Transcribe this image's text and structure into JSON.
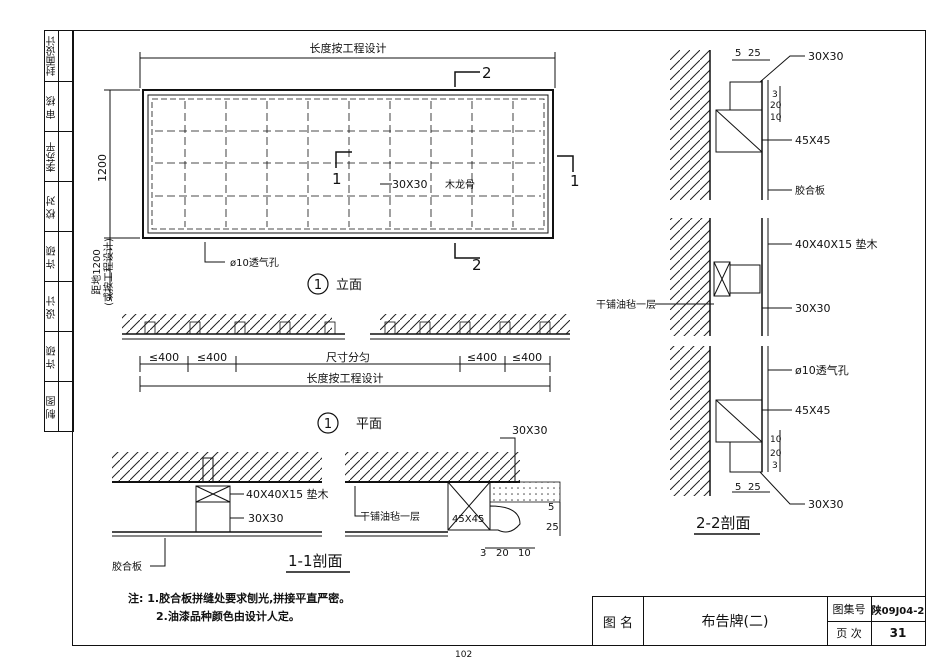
{
  "side_panel": {
    "labels": [
      "制图",
      "批准",
      "设计",
      "审核",
      "校对",
      "审核",
      "制图"
    ],
    "rows": [
      {
        "label": "封面设计"
      },
      {
        "label": "审 核"
      },
      {
        "label": "李苏平"
      },
      {
        "label": "校 对"
      },
      {
        "label": "许 硕"
      },
      {
        "label": "设 计"
      },
      {
        "label": "许 硕"
      },
      {
        "label": "制 图"
      }
    ]
  },
  "drawing": {
    "elevation": {
      "dim_top": "长度按工程设计",
      "dim_left": "1200",
      "dim_left_note1": "距地1200",
      "dim_left_note2": "(或按工程设计)",
      "section_mark_2": "2",
      "section_mark_1": "1",
      "member_label": "30X30",
      "member_label2": "木龙骨",
      "vent_label": "ø10透气孔",
      "caption_num": "1",
      "caption": "立面"
    },
    "plan": {
      "dims": [
        "≤400",
        "≤400",
        "尺寸分匀",
        "≤400",
        "≤400"
      ],
      "dim_total": "长度按工程设计",
      "caption_num": "1",
      "caption": "平面"
    },
    "section11": {
      "label_pad": "40X40X15 垫木",
      "label_batten": "30X30",
      "label_board": "胶合板",
      "label_felt": "干铺油毡一层",
      "label_trim": "30X30",
      "label_frame": "45X45",
      "dims_right": [
        "5",
        "25"
      ],
      "dims_bottom": [
        "3",
        "20",
        "10"
      ],
      "caption": "1-1剖面"
    },
    "section22": {
      "top_dims": [
        "5",
        "25"
      ],
      "labels": [
        "30X30",
        "45X45",
        "胶合板",
        "40X40X15 垫木",
        "干铺油毡一层",
        "30X30",
        "ø10透气孔",
        "45X45",
        "30X30"
      ],
      "dims_v_top": [
        "3",
        "20",
        "10"
      ],
      "dims_v_bot": [
        "10",
        "20",
        "3"
      ],
      "bottom_dims": [
        "5",
        "25"
      ],
      "caption": "2-2剖面"
    }
  },
  "notes": {
    "prefix": "注:",
    "line1": "1.胶合板拼缝处要求刨光,拼接平直严密。",
    "line2": "2.油漆品种颜色由设计人定。"
  },
  "title_block": {
    "name_label": "图 名",
    "name": "布告牌(二)",
    "atlas_label": "图集号",
    "atlas_no": "陕09J04-2",
    "page_label": "页 次",
    "page_no": "31"
  },
  "page_footer": "102"
}
